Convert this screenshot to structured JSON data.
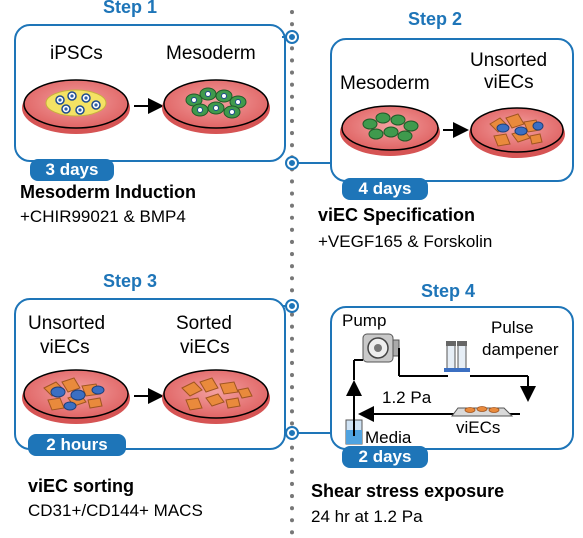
{
  "colors": {
    "accent": "#1e75b8",
    "dish": "#e46c6c",
    "cell_green": "#3f9a4d",
    "cell_orange": "#e98a3c"
  },
  "steps": [
    {
      "title": "Step 1",
      "left_label": "iPSCs",
      "right_label": "Mesoderm",
      "duration": "3 days",
      "heading": "Mesoderm Induction",
      "detail": "+CHIR99021 & BMP4"
    },
    {
      "title": "Step 2",
      "left_label": "Mesoderm",
      "right_label_1": "Unsorted",
      "right_label_2": "viECs",
      "duration": "4 days",
      "heading": "viEC Specification",
      "detail": "+VEGF165 & Forskolin"
    },
    {
      "title": "Step 3",
      "left_label_1": "Unsorted",
      "left_label_2": "viECs",
      "right_label_1": "Sorted",
      "right_label_2": "viECs",
      "duration": "2 hours",
      "heading": "viEC sorting",
      "detail": "CD31+/CD144+ MACS"
    },
    {
      "title": "Step 4",
      "pump_label": "Pump",
      "dampener_label_1": "Pulse",
      "dampener_label_2": "dampener",
      "pressure_label": "1.2 Pa",
      "media_label": "Media",
      "viecs_label": "viECs",
      "duration": "2 days",
      "heading": "Shear stress exposure",
      "detail": "24 hr at 1.2 Pa"
    }
  ]
}
